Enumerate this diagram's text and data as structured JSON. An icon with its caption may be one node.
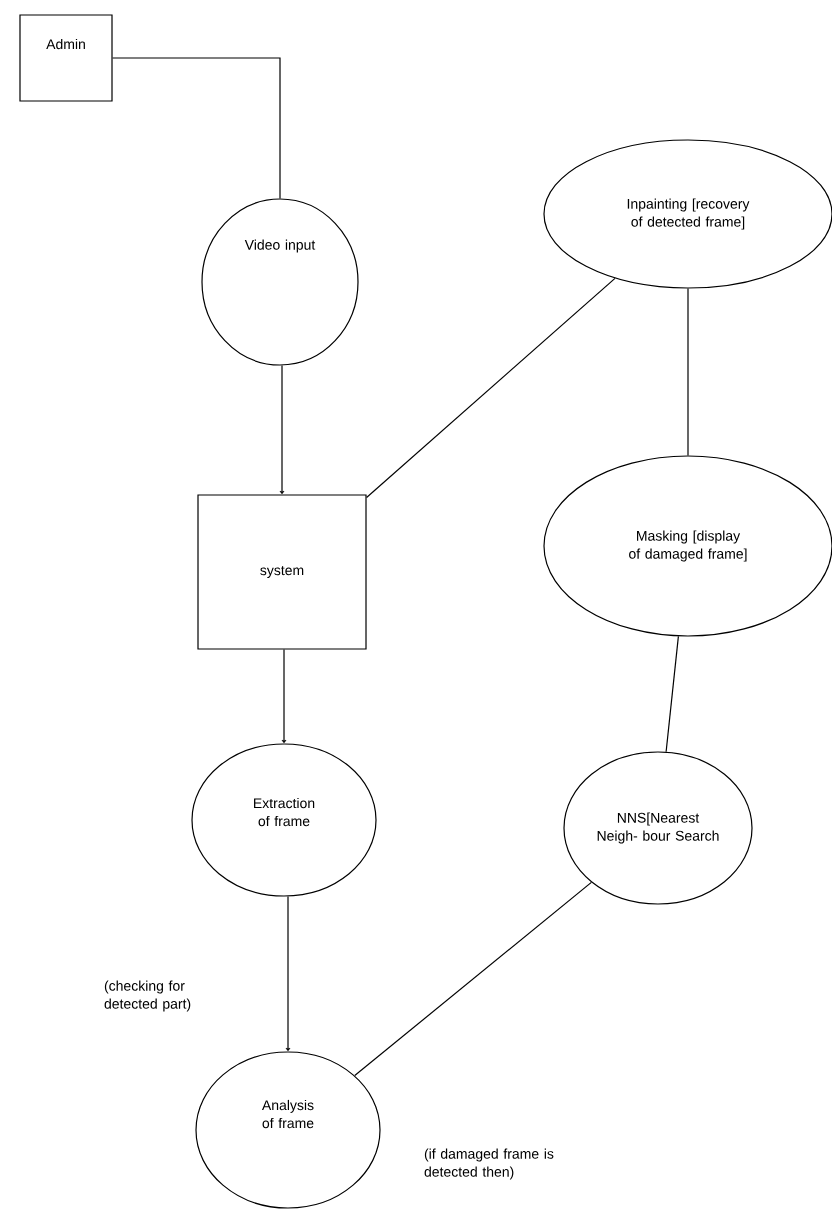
{
  "diagram": {
    "nodes": [
      {
        "text": [
          "Admin"
        ]
      },
      {
        "text": [
          "Video input"
        ]
      },
      {
        "text": [
          "system"
        ]
      },
      {
        "text": [
          "Inpainting [recovery of detected frame]"
        ]
      },
      {
        "text": [
          "Masking [display of damaged frame]"
        ]
      },
      {
        "text": [
          "Extraction of frame"
        ]
      },
      {
        "text": [
          "NNS[Nearest Neigh- bour Search"
        ]
      },
      {
        "text": [
          "Analysis of frame"
        ]
      }
    ],
    "edges": [
      {
        "from": 0,
        "to": 1,
        "arrow": "none"
      },
      {
        "from": 1,
        "to": 2,
        "arrow": "to"
      },
      {
        "from": 2,
        "to": 3,
        "arrow": "none"
      },
      {
        "from": 3,
        "to": 4,
        "arrow": "none"
      },
      {
        "from": 2,
        "to": 5,
        "arrow": "to"
      },
      {
        "from": 4,
        "to": 6,
        "arrow": "none"
      },
      {
        "from": 5,
        "to": 7,
        "arrow": "to"
      },
      {
        "from": 6,
        "to": 7,
        "arrow": "none"
      }
    ],
    "labels": [
      "(checking for detected part)",
      "(if damaged frame is detected then)"
    ]
  }
}
